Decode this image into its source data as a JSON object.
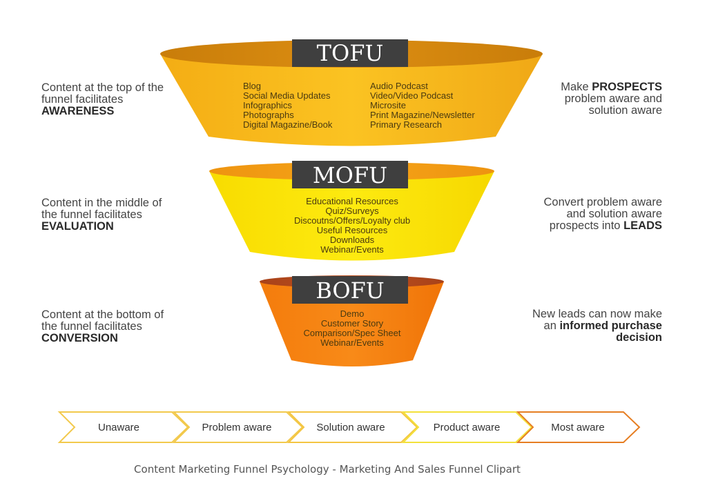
{
  "colors": {
    "tofu_body": "#f7b81a",
    "tofu_rim": "#d78a10",
    "mofu_body": "#fbe400",
    "mofu_rim": "#f39c12",
    "bofu_body": "#f57f0e",
    "bofu_rim": "#b5471a",
    "label_bg": "#3f3f3f",
    "chevron_yellow": "#f2c94c",
    "chevron_light_yellow": "#f4e33a",
    "chevron_orange": "#e67e22"
  },
  "stages": [
    {
      "name": "TOFU",
      "items_left": [
        "Blog",
        "Social Media Updates",
        "Infographics",
        "Photographs",
        "Digital Magazine/Book"
      ],
      "items_right": [
        "Audio Podcast",
        "Video/Video Podcast",
        "Microsite",
        "Print Magazine/Newsletter",
        "Primary Research"
      ],
      "left_text_1": "Content at the top of the",
      "left_text_2": "funnel facilitates",
      "left_bold": "AWARENESS",
      "right_pre": "Make ",
      "right_bold": "PROSPECTS",
      "right_line_2": "problem aware and",
      "right_line_3": "solution aware"
    },
    {
      "name": "MOFU",
      "items": [
        "Educational Resources",
        "Quiz/Surveys",
        "Discoutns/Offers/Loyalty club",
        "Useful Resources",
        "Downloads",
        "Webinar/Events"
      ],
      "left_text_1": "Content in the middle of",
      "left_text_2": "the funnel facilitates",
      "left_bold": "EVALUATION",
      "right_line_1": "Convert problem aware",
      "right_line_2": "and solution aware",
      "right_pre": "prospects into ",
      "right_bold": "LEADS"
    },
    {
      "name": "BOFU",
      "items": [
        "Demo",
        "Customer Story",
        "Comparison/Spec Sheet",
        "Webinar/Events"
      ],
      "left_text_1": "Content at the bottom of",
      "left_text_2": "the funnel facilitates",
      "left_bold": "CONVERSION",
      "right_line_1": "New leads can now make",
      "right_pre": "an ",
      "right_bold": "informed purchase",
      "right_line_3": "decision"
    }
  ],
  "awareness_steps": [
    "Unaware",
    "Problem aware",
    "Solution aware",
    "Product aware",
    "Most aware"
  ],
  "caption": "Content Marketing Funnel Psychology - Marketing And Sales Funnel Clipart"
}
